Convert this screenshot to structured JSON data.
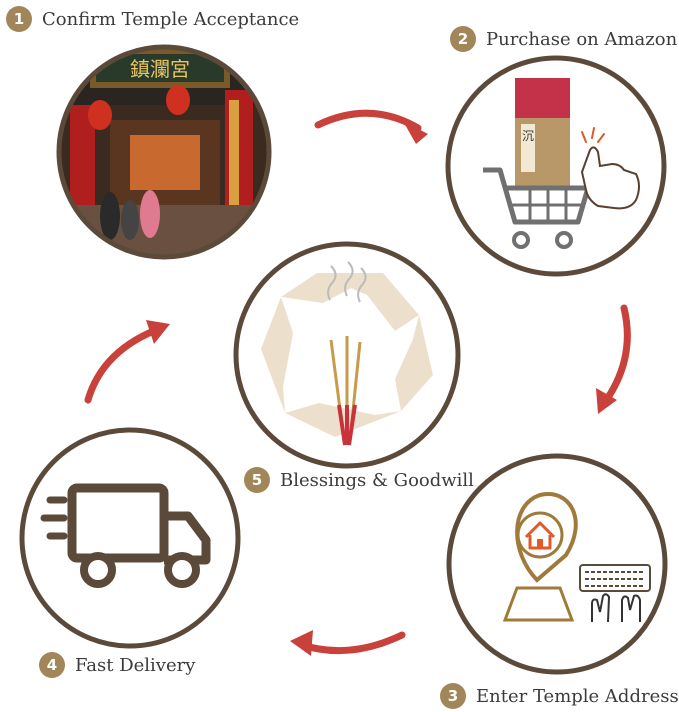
{
  "steps": [
    {
      "number": "1",
      "label": "Confirm Temple Acceptance",
      "icon": "temple-photo-icon"
    },
    {
      "number": "2",
      "label": "Purchase on Amazon",
      "icon": "shopping-cart-incense-icon"
    },
    {
      "number": "3",
      "label": "Enter Temple Address",
      "icon": "map-pin-keyboard-icon"
    },
    {
      "number": "4",
      "label": "Fast Delivery",
      "icon": "delivery-truck-icon"
    },
    {
      "number": "5",
      "label": "Blessings & Goodwill",
      "icon": "incense-sticks-icon"
    }
  ],
  "temple_sign": "鎮瀾宮",
  "incense_pack_text": "沉",
  "colors": {
    "ring": "#5b4a3a",
    "badge": "#a08659",
    "arrow": "#c8413a",
    "icon": "#5b4a3a",
    "accent": "#e05a28",
    "incense_red": "#c9323b"
  }
}
